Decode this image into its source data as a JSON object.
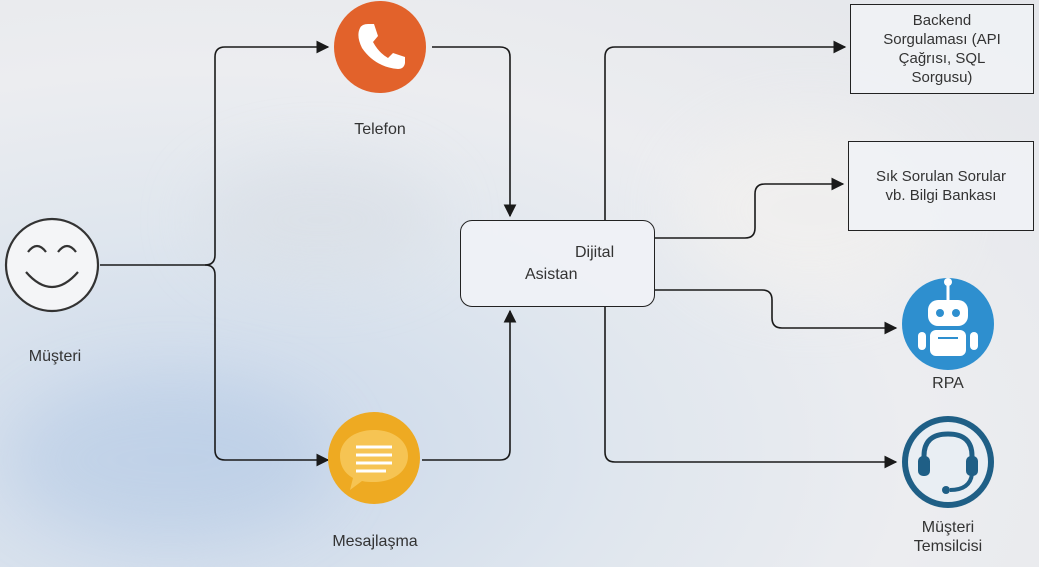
{
  "nodes": {
    "customer": {
      "label": "Müşteri",
      "icon": "smiley-face-icon"
    },
    "phone": {
      "label": "Telefon",
      "icon": "phone-icon",
      "color": "#e2622b"
    },
    "messaging": {
      "label": "Mesajlaşma",
      "icon": "chat-bubble-icon",
      "color": "#eeaa22"
    },
    "assistant": {
      "line1": "Dijital",
      "line2": "Asistan"
    },
    "backend": {
      "line1": "Backend",
      "line2": "Sorgulaması (API",
      "line3": "Çağrısı, SQL",
      "line4": "Sorgusu)"
    },
    "faq": {
      "line1": "Sık Sorulan Sorular",
      "line2": "vb. Bilgi Bankası"
    },
    "rpa": {
      "label": "RPA",
      "icon": "robot-icon",
      "color": "#2e8fcf"
    },
    "agent": {
      "line1": "Müşteri",
      "line2": "Temsilcisi",
      "icon": "headset-icon",
      "color": "#1f5f86"
    }
  },
  "colors": {
    "line": "#1a1a1a",
    "text": "#333333"
  }
}
